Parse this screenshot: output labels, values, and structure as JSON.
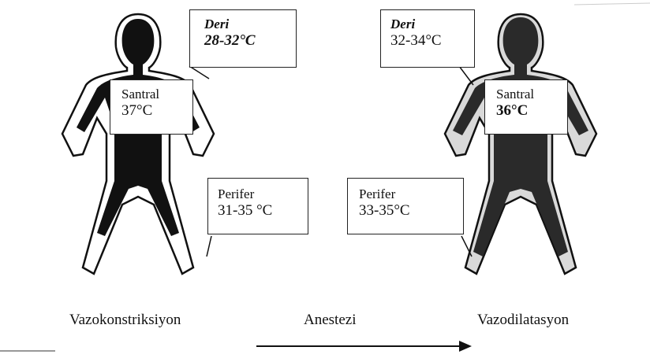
{
  "left_figure": {
    "skin": {
      "title": "Deri",
      "value": "28-32°C"
    },
    "core": {
      "title": "Santral",
      "value": "37°C"
    },
    "periphery": {
      "title": "Perifer",
      "value": "31-35 °C"
    }
  },
  "right_figure": {
    "skin": {
      "title": "Deri",
      "value": "32-34°C"
    },
    "core": {
      "title": "Santral",
      "value": "36°C"
    },
    "periphery": {
      "title": "Perifer",
      "value": "33-35°C"
    }
  },
  "captions": {
    "left": "Vazokonstriksiyon",
    "middle": "Anestezi",
    "right": "Vazodilatasyon"
  },
  "colors": {
    "core": "#111111",
    "outline": "#111111",
    "background": "#ffffff"
  }
}
